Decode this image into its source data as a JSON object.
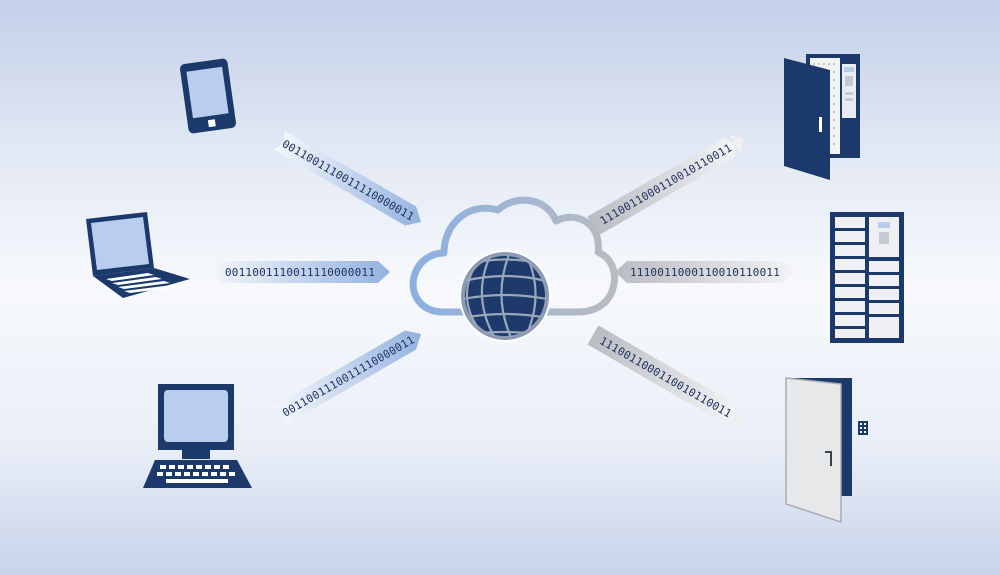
{
  "colors": {
    "navy": "#1b3a6b",
    "screen": "#b9cdee",
    "cloud_blue": "#8fb0e0",
    "cloud_gray": "#b5b9c0",
    "arrow_blue": "#a9c1e6",
    "arrow_gray": "#c4c6ca"
  },
  "center": {
    "cloud_icon": "cloud-icon",
    "globe_icon": "globe-icon"
  },
  "left_devices": [
    {
      "icon": "smartphone-icon"
    },
    {
      "icon": "laptop-icon"
    },
    {
      "icon": "desktop-computer-icon"
    }
  ],
  "right_devices": [
    {
      "icon": "locker-cabinet-icon"
    },
    {
      "icon": "locker-bank-icon"
    },
    {
      "icon": "door-keypad-icon"
    }
  ],
  "arrows": {
    "left_top": "0011001110011110000011",
    "left_middle": "0011001110011110000011",
    "left_bottom": "0011001110011110000011",
    "right_top": "1110011000110010110011",
    "right_middle": "1110011000110010110011",
    "right_bottom": "1110011000110010110011"
  }
}
